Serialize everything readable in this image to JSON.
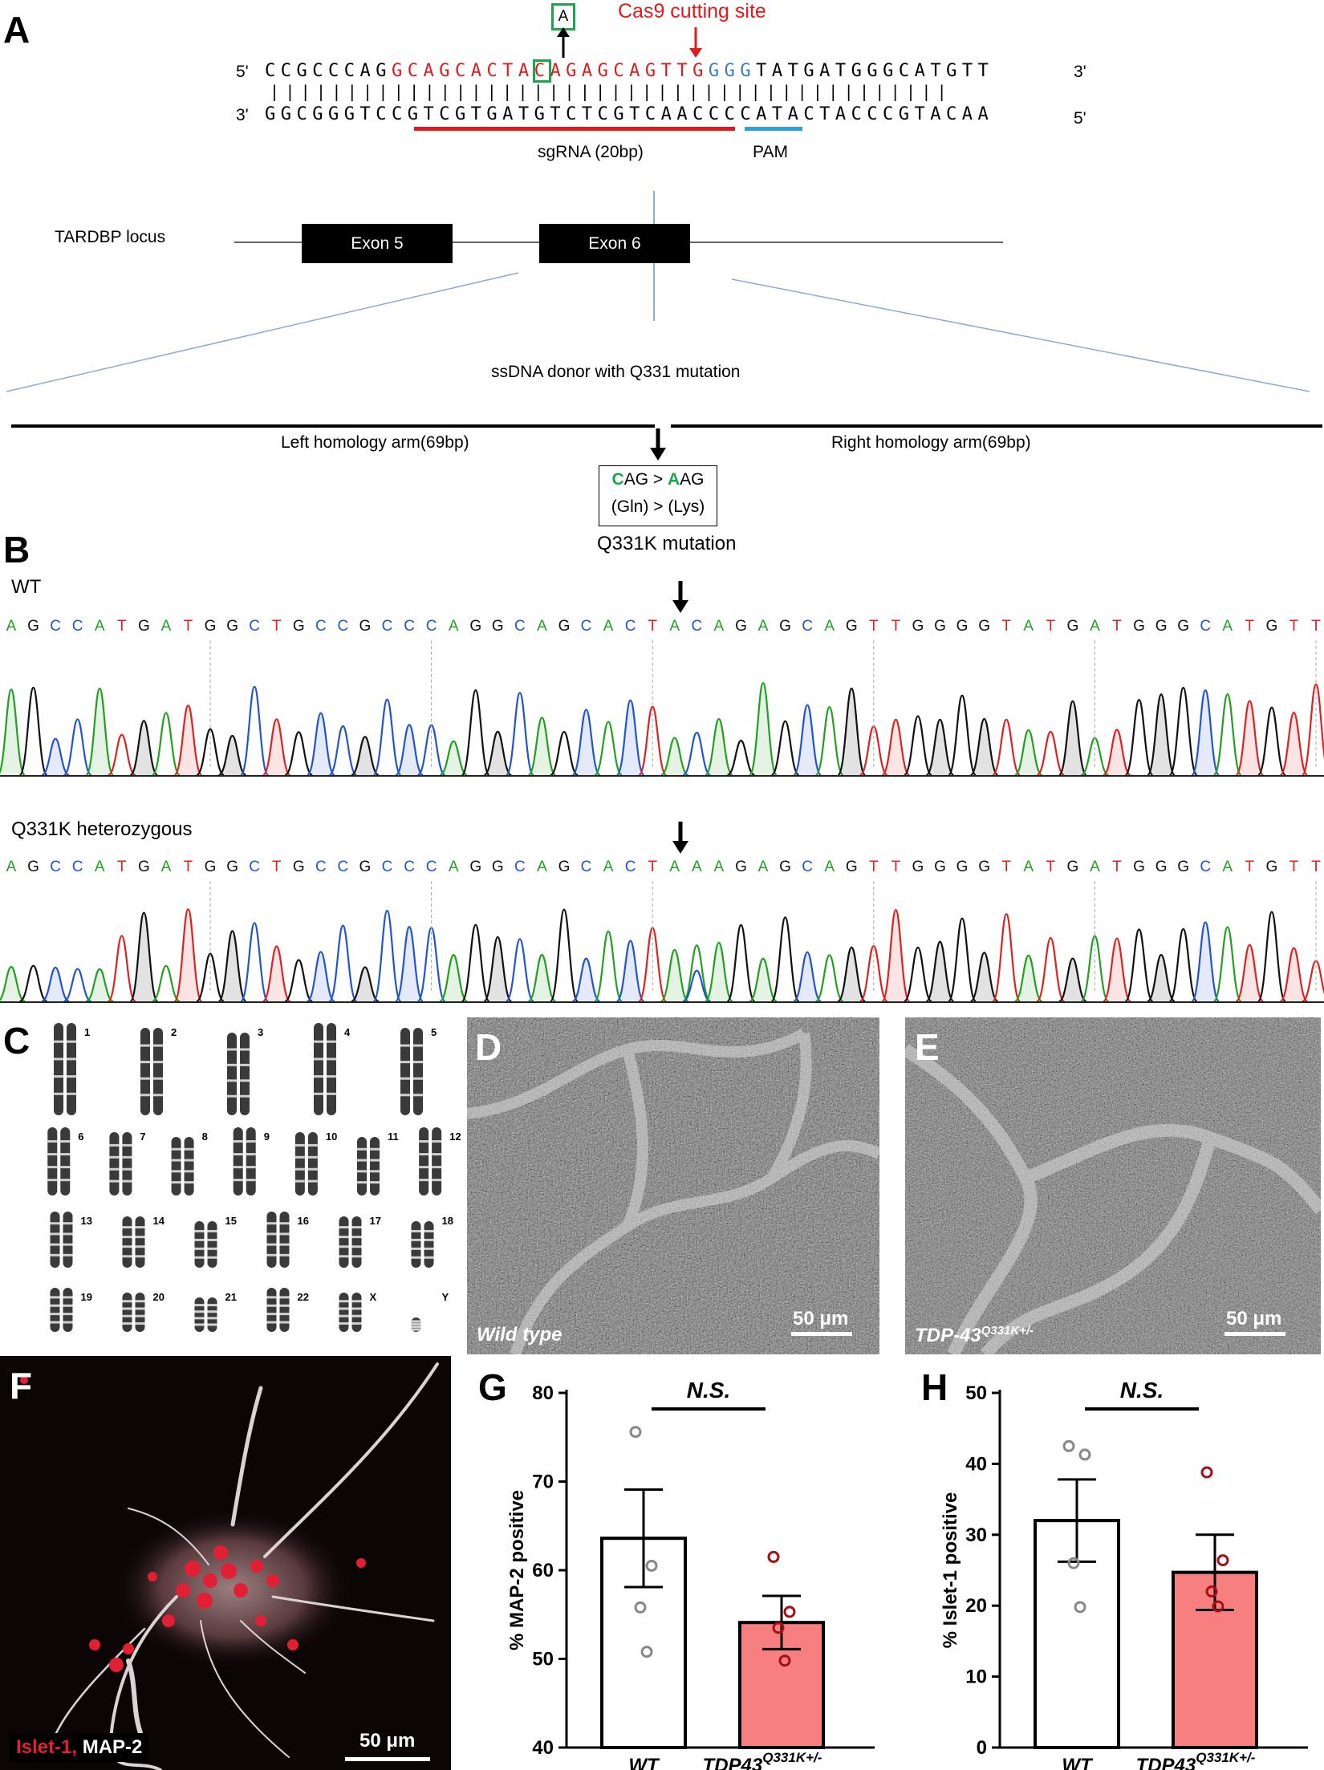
{
  "panels": {
    "A": "A",
    "B": "B",
    "C": "C",
    "D": "D",
    "E": "E",
    "F": "F",
    "G": "G",
    "H": "H"
  },
  "panelA": {
    "mut_base": "A",
    "cas9_label": "Cas9 cutting site",
    "strand_top_5": "5'",
    "strand_top_3": "3'",
    "strand_bot_3": "3'",
    "strand_bot_5": "5'",
    "top_seq_pre": "CCGCCCAG",
    "top_seq_sg1": "GCAGCACTA",
    "top_seq_mut": "C",
    "top_seq_sg2": "AGAGCAGTTG",
    "top_seq_pam": "GGG",
    "top_seq_post": "TATGATGGGCATGTT",
    "pairs": "||||||||||||||||||||||||||||||||||||||||||||",
    "bottom_seq": "GGCGGGTCCGTCGTGATGTCTCGTCAACCCCATACTACCCGTACAA",
    "sgrna_label": "sgRNA (20bp)",
    "pam_label": "PAM",
    "locus_label": "TARDBP locus",
    "exon5": "Exon 5",
    "exon6": "Exon 6",
    "donor_label": "ssDNA donor with Q331 mutation",
    "left_arm": "Left homology arm(69bp)",
    "right_arm": "Right homology arm(69bp)",
    "codon_c": "C",
    "codon_mid": "AG > ",
    "codon_a": "A",
    "codon_end": "AG",
    "aa_change": "(Gln) > (Lys)",
    "mutation_label": "Q331K mutation"
  },
  "panelB": {
    "wt_label": "WT",
    "wt_seq": "AGCCATGATGGCTGCCGCCCAGGCAGCACTACAGAGCAGTTGGGGTATGATGGGCATGTT",
    "het_label": "Q331K heterozygous",
    "het_seq": "AGCCATGATGGCTGCCGCCCAGGCAGCACTAAAGAGCAGTTGGGGTATGATGGGCATGTT",
    "base_colors": {
      "A": "#22a022",
      "C": "#2255cc",
      "G": "#111111",
      "T": "#dd2222"
    }
  },
  "panelC": {
    "chromosomes": [
      "1",
      "2",
      "3",
      "4",
      "5",
      "6",
      "7",
      "8",
      "9",
      "10",
      "11",
      "12",
      "13",
      "14",
      "15",
      "16",
      "17",
      "18",
      "19",
      "20",
      "21",
      "22",
      "X",
      "Y"
    ]
  },
  "panelD": {
    "condition": "Wild type",
    "scale": "50 μm"
  },
  "panelE": {
    "condition_main": "TDP-43",
    "condition_sup": "Q331K+/-",
    "scale": "50 μm"
  },
  "panelF": {
    "stain1": "Islet-1,",
    "stain2": "MAP-2",
    "scale": "50 μm"
  },
  "colors": {
    "sgRNA": "#e3191c",
    "pam": "#3a7cc2",
    "pam_underline": "#2aa0e0",
    "mutation_box": "#1aa64a",
    "bar_fill": "#f77f7f",
    "guide_line": "#7b9bd3"
  },
  "chart_data": [
    {
      "panel": "G",
      "type": "bar",
      "categories": [
        "WT",
        "TDP43"
      ],
      "category_sup": [
        "",
        "Q331K+/-"
      ],
      "values": [
        63.6,
        54.1
      ],
      "sem": [
        5.5,
        3.0
      ],
      "points": [
        [
          75.6,
          60.5,
          55.8,
          50.8
        ],
        [
          61.5,
          55.3,
          53.5,
          49.8
        ]
      ],
      "ylabel": "% MAP-2 positive",
      "ylim": [
        40,
        80
      ],
      "yticks": [
        40,
        50,
        60,
        70,
        80
      ],
      "significance": "N.S."
    },
    {
      "panel": "H",
      "type": "bar",
      "categories": [
        "WT",
        "TDP43"
      ],
      "category_sup": [
        "",
        "Q331K+/-"
      ],
      "values": [
        32.0,
        24.7
      ],
      "sem": [
        5.8,
        5.3
      ],
      "points": [
        [
          42.5,
          41.3,
          26.0,
          19.8
        ],
        [
          38.8,
          26.4,
          22.0,
          19.9
        ]
      ],
      "ylabel": "% Islet-1 positive",
      "ylim": [
        0,
        50
      ],
      "yticks": [
        0,
        10,
        20,
        30,
        40,
        50
      ],
      "significance": "N.S."
    }
  ]
}
